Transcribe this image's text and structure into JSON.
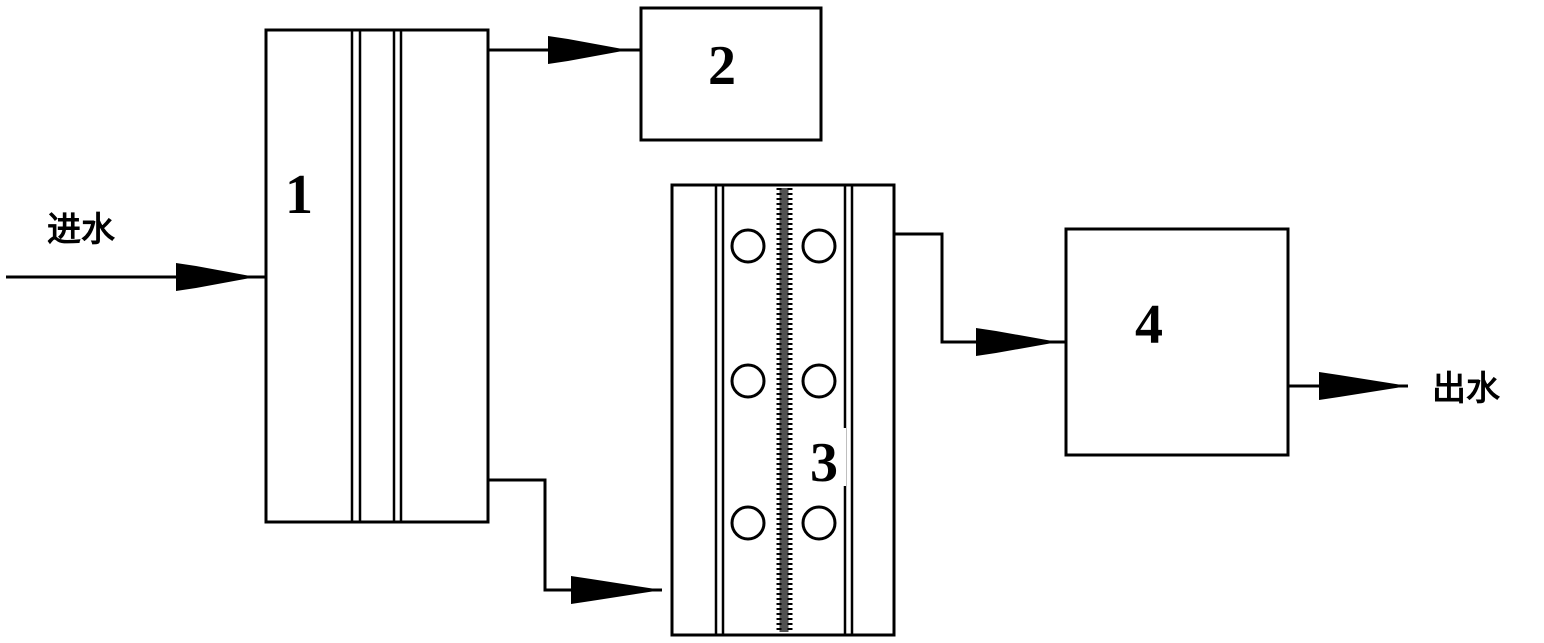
{
  "labels": {
    "inlet": "进水",
    "outlet": "出水"
  },
  "units": [
    {
      "id": "1",
      "label": "1"
    },
    {
      "id": "2",
      "label": "2"
    },
    {
      "id": "3",
      "label": "3"
    },
    {
      "id": "4",
      "label": "4"
    }
  ],
  "connections": [
    {
      "from": "inlet",
      "to": "1"
    },
    {
      "from": "1",
      "to": "2"
    },
    {
      "from": "1",
      "to": "3"
    },
    {
      "from": "3",
      "to": "4"
    },
    {
      "from": "4",
      "to": "outlet"
    }
  ]
}
